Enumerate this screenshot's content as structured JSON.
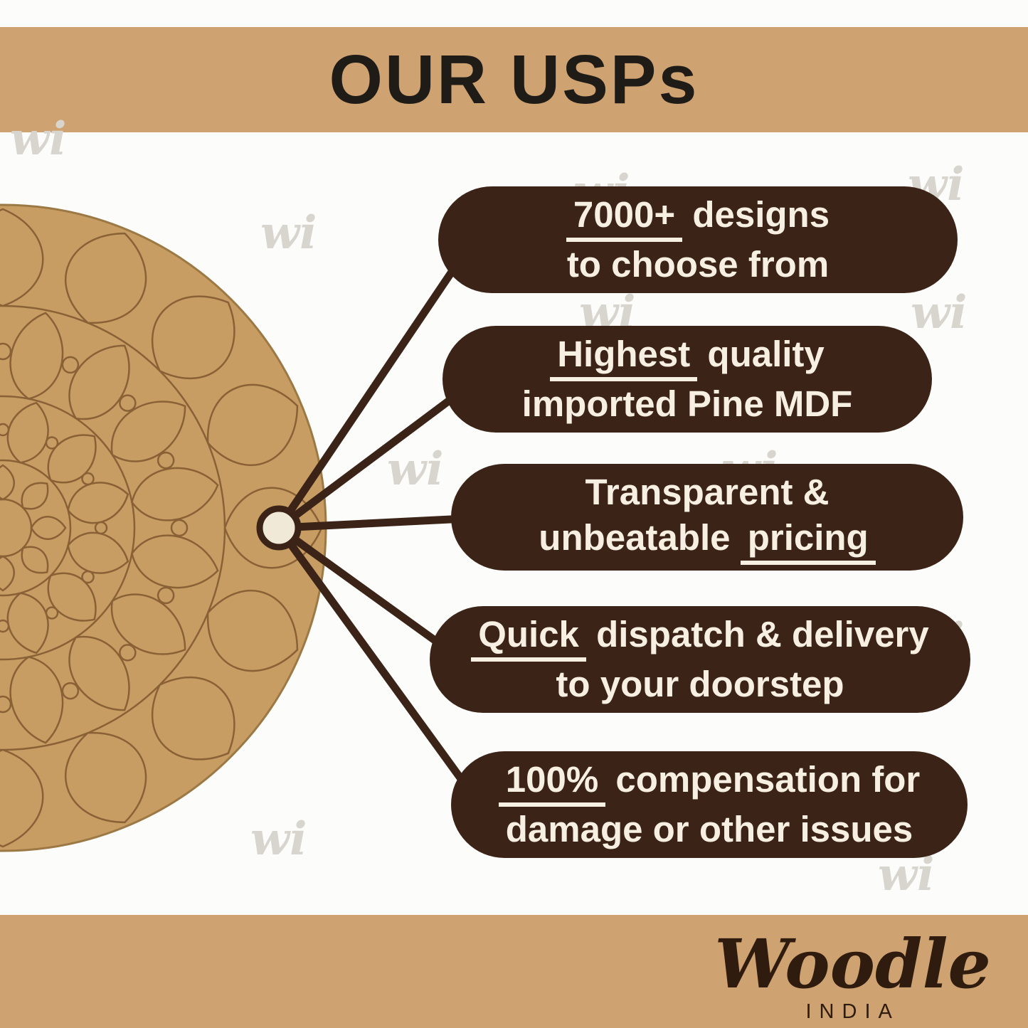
{
  "header": {
    "title": "OUR USPs"
  },
  "watermark": {
    "text": "wi"
  },
  "pills": [
    {
      "l1u": "7000+",
      "l1b": " designs",
      "l2a": "to choose from"
    },
    {
      "l1u": "Highest",
      "l1b": " quality",
      "l2a": "imported Pine MDF"
    },
    {
      "l1a": "Transparent &",
      "l2a": "unbeatable ",
      "l2u": "pricing"
    },
    {
      "l1u": "Quick",
      "l1b": " dispatch & delivery",
      "l2a": "to your doorstep"
    },
    {
      "l1u": "100%",
      "l1b": " compensation for",
      "l2a": "damage or other issues"
    }
  ],
  "footer": {
    "brand": "Woodle",
    "country": "INDIA"
  },
  "colors": {
    "band": "#cfa271",
    "pill_background": "#3b2417",
    "pill_text": "#f6efe2",
    "board": "#c79d63",
    "board_engrave": "#8a6136",
    "heading_text": "#1f1b16",
    "logo_text": "#2f1c0e"
  }
}
